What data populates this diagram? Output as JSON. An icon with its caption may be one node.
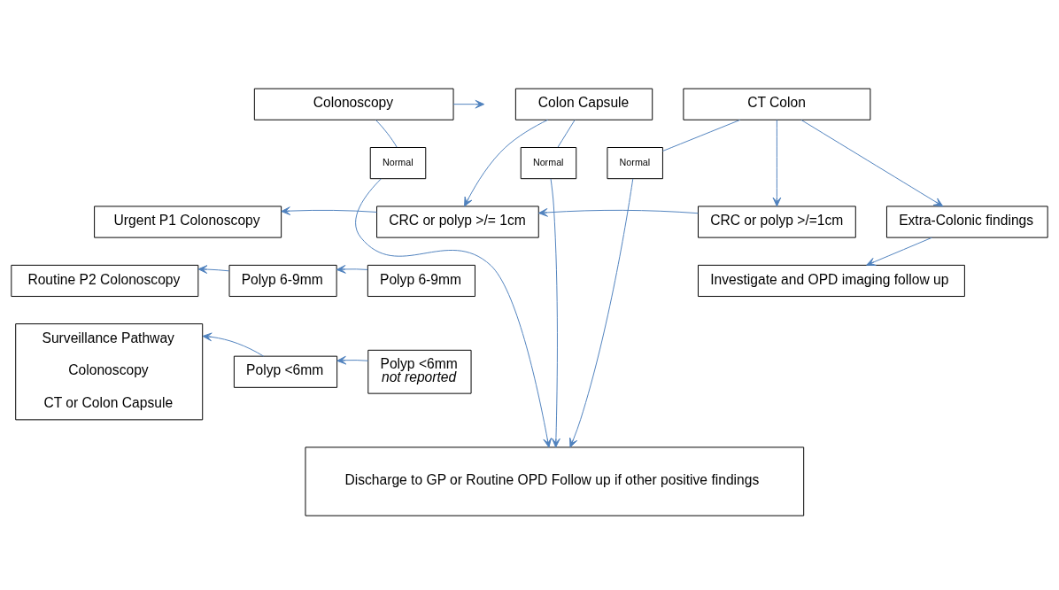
{
  "diagram": {
    "nodes": [
      {
        "text": [
          "Colonoscopy"
        ]
      },
      {
        "text": [
          "Colon Capsule"
        ]
      },
      {
        "text": [
          "CT Colon"
        ]
      },
      {
        "text": [
          "Normal"
        ]
      },
      {
        "text": [
          "Normal"
        ]
      },
      {
        "text": [
          "Normal"
        ]
      },
      {
        "text": [
          "Urgent P1 Colonoscopy"
        ]
      },
      {
        "text": [
          "CRC or polyp >/= 1cm"
        ]
      },
      {
        "text": [
          "CRC or polyp >/=1cm"
        ]
      },
      {
        "text": [
          "Extra-Colonic findings"
        ]
      },
      {
        "text": [
          "Routine P2 Colonoscopy"
        ]
      },
      {
        "text": [
          "Polyp 6-9mm"
        ]
      },
      {
        "text": [
          "Polyp 6-9mm"
        ]
      },
      {
        "text": [
          "Investigate and OPD imaging follow up"
        ]
      },
      {
        "text": [
          "Surveillance Pathway",
          "Colonoscopy",
          "CT or Colon Capsule"
        ]
      },
      {
        "text": [
          "Polyp <6mm"
        ]
      },
      {
        "text": [
          "Polyp <6mm",
          "not reported"
        ]
      },
      {
        "text": [
          "Discharge to GP or Routine OPD Follow up if other positive findings"
        ]
      }
    ],
    "edges": [
      {
        "from": 0,
        "to": null,
        "arrow": "to"
      },
      {
        "from": 0,
        "to": 3,
        "arrow": "none"
      },
      {
        "from": 1,
        "to": 4,
        "arrow": "none"
      },
      {
        "from": 2,
        "to": 5,
        "arrow": "none"
      },
      {
        "from": 1,
        "to": 7,
        "arrow": "to"
      },
      {
        "from": 2,
        "to": 8,
        "arrow": "to"
      },
      {
        "from": 2,
        "to": 9,
        "arrow": "to"
      },
      {
        "from": 7,
        "to": 6,
        "arrow": "to"
      },
      {
        "from": 8,
        "to": 7,
        "arrow": "to"
      },
      {
        "from": 9,
        "to": 13,
        "arrow": "to"
      },
      {
        "from": 11,
        "to": 10,
        "arrow": "to"
      },
      {
        "from": 12,
        "to": 11,
        "arrow": "to"
      },
      {
        "from": 15,
        "to": 14,
        "arrow": "to"
      },
      {
        "from": 16,
        "to": 15,
        "arrow": "to"
      },
      {
        "from": 3,
        "to": 17,
        "arrow": "to"
      },
      {
        "from": 4,
        "to": 17,
        "arrow": "to"
      },
      {
        "from": 5,
        "to": 17,
        "arrow": "to"
      }
    ]
  }
}
